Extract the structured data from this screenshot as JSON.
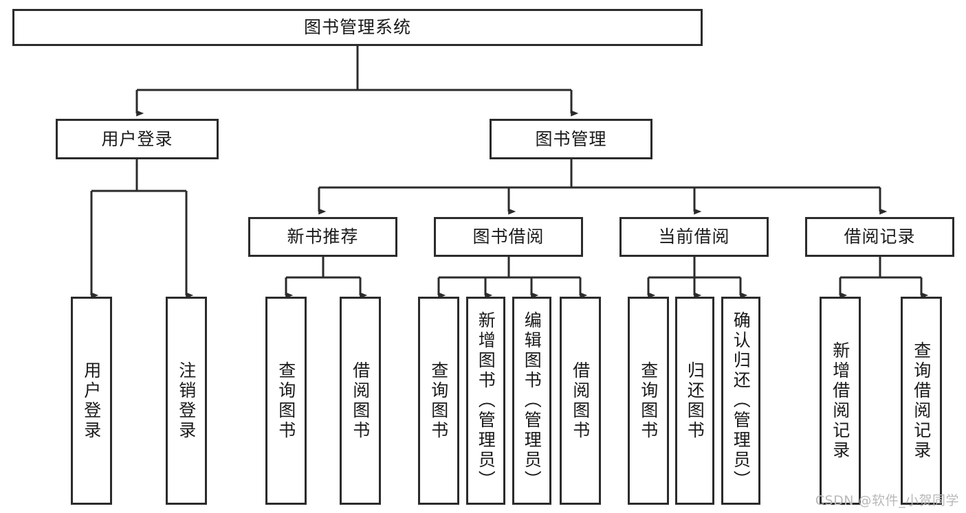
{
  "diagram": {
    "type": "tree-hierarchy-chart",
    "title": "图书管理系统",
    "watermark": "CSDN @软件_小贺同学",
    "colors": {
      "box_border": "#2b2b2b",
      "box_fill": "#ffffff",
      "connector": "#2b2b2b",
      "text": "#1a1a1a",
      "watermark": "#b9b9b9",
      "background": "#ffffff"
    },
    "root": {
      "label": "图书管理系统"
    },
    "level2": [
      {
        "label": "用户登录"
      },
      {
        "label": "图书管理"
      }
    ],
    "level3": [
      {
        "label": "新书推荐"
      },
      {
        "label": "图书借阅"
      },
      {
        "label": "当前借阅"
      },
      {
        "label": "借阅记录"
      }
    ],
    "leaves": {
      "user_login": [
        {
          "label": "用户登录"
        },
        {
          "label": "注销登录"
        }
      ],
      "new_book": [
        {
          "label": "查询图书"
        },
        {
          "label": "借阅图书"
        }
      ],
      "borrow_book": [
        {
          "label": "查询图书"
        },
        {
          "label": "新增图书（管理员）"
        },
        {
          "label": "编辑图书（管理员）"
        },
        {
          "label": "借阅图书"
        }
      ],
      "current_borrow": [
        {
          "label": "查询图书"
        },
        {
          "label": "归还图书"
        },
        {
          "label": "确认归还（管理员）"
        }
      ],
      "borrow_record": [
        {
          "label": "新增借阅记录"
        },
        {
          "label": "查询借阅记录"
        }
      ]
    }
  }
}
